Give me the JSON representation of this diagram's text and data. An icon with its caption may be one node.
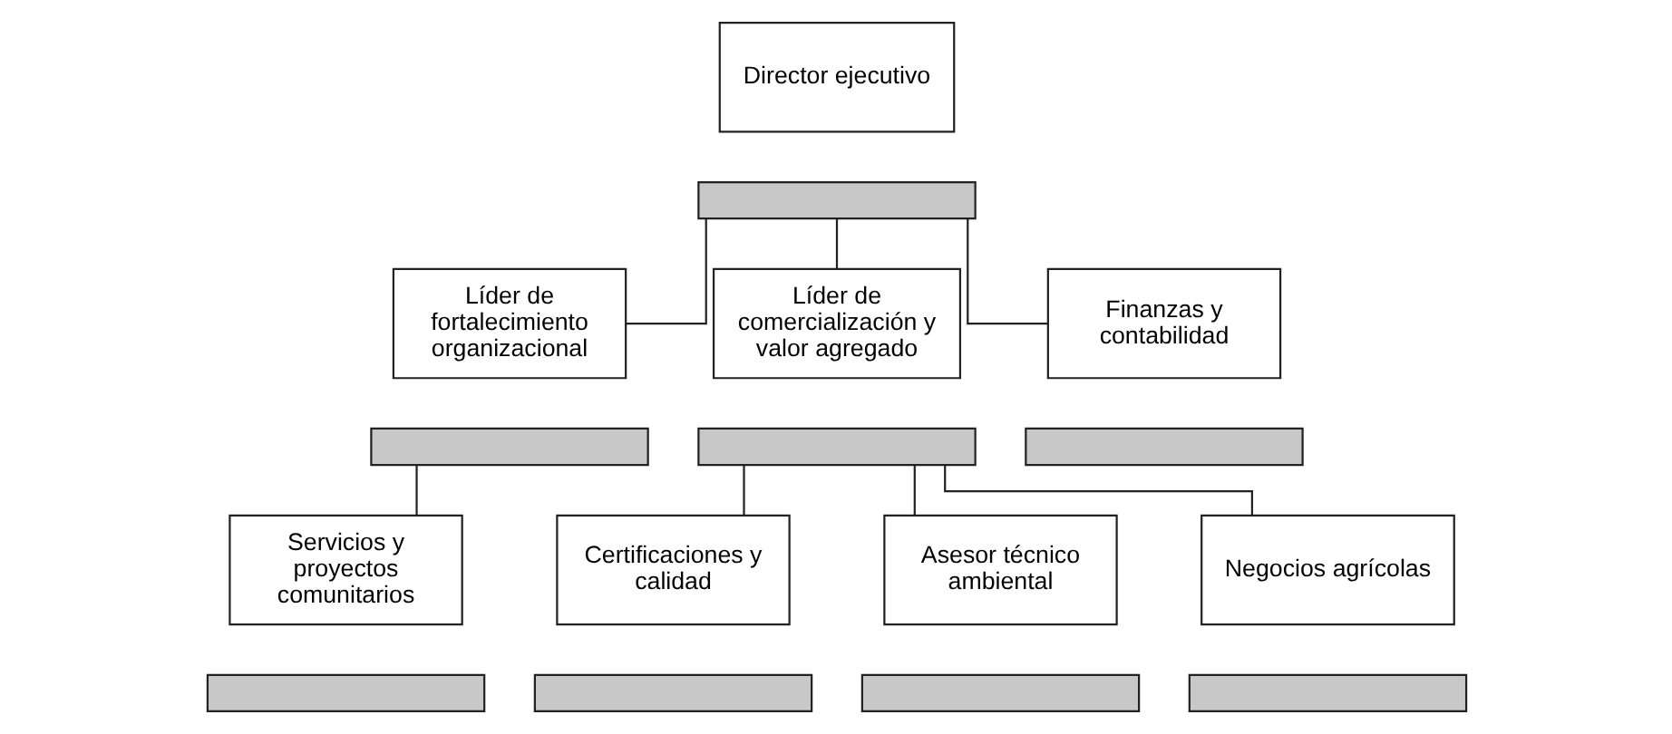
{
  "diagram": {
    "nodes": [
      {
        "text": [
          "Director ejecutivo"
        ]
      },
      {
        "text": [],
        "shape": "bar"
      },
      {
        "text": [
          "Líder de fortalecimiento organizacional"
        ]
      },
      {
        "text": [],
        "shape": "bar"
      },
      {
        "text": [
          "Líder de comercialización y valor agregado"
        ]
      },
      {
        "text": [],
        "shape": "bar"
      },
      {
        "text": [
          "Finanzas y contabilidad"
        ]
      },
      {
        "text": [],
        "shape": "bar"
      },
      {
        "text": [
          "Servicios y proyectos comunitarios"
        ]
      },
      {
        "text": [],
        "shape": "bar"
      },
      {
        "text": [
          "Certificaciones y calidad"
        ]
      },
      {
        "text": [],
        "shape": "bar"
      },
      {
        "text": [
          "Asesor técnico ambiental"
        ]
      },
      {
        "text": [],
        "shape": "bar"
      },
      {
        "text": [
          "Negocios agrícolas"
        ]
      },
      {
        "text": [],
        "shape": "bar"
      }
    ],
    "edges": [
      {
        "from": 1,
        "to": 2,
        "arrow": "none"
      },
      {
        "from": 1,
        "to": 4,
        "arrow": "none"
      },
      {
        "from": 1,
        "to": 6,
        "arrow": "none"
      },
      {
        "from": 3,
        "to": 8,
        "arrow": "none"
      },
      {
        "from": 5,
        "to": 10,
        "arrow": "none"
      },
      {
        "from": 5,
        "to": 12,
        "arrow": "none"
      },
      {
        "from": 5,
        "to": 14,
        "arrow": "none"
      }
    ]
  }
}
